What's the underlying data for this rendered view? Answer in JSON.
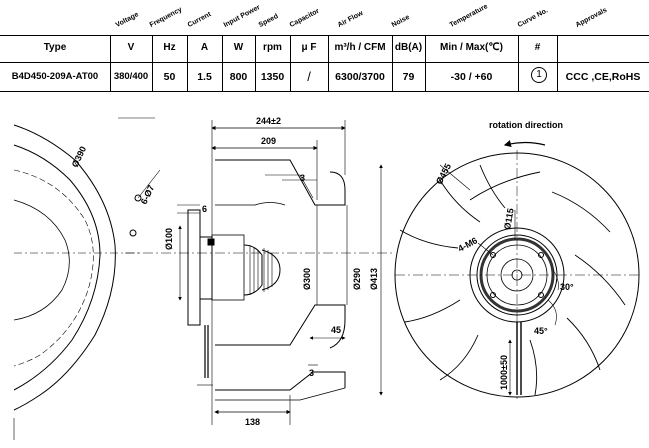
{
  "table": {
    "headers": [
      "Voltage",
      "Frequency",
      "Current",
      "Input Power",
      "Speed",
      "Capacitor",
      "Air Flow",
      "Noise",
      "Temperature",
      "Curve No.",
      "Approvals"
    ],
    "units": [
      "Type",
      "V",
      "Hz",
      "A",
      "W",
      "rpm",
      "μ F",
      "m³/h / CFM",
      "dB(A)",
      "Min / Max(℃)",
      "#",
      ""
    ],
    "row": {
      "type": "B4D450-209A-AT00",
      "voltage": "380/400",
      "frequency": "50",
      "current": "1.5",
      "power": "800",
      "speed": "1350",
      "capacitor": "/",
      "airflow": "6300/3700",
      "noise": "79",
      "temperature": "-30 / +60",
      "curve": "1",
      "approvals": "CCC ,CE,RoHS"
    }
  },
  "dims": {
    "d390": "Ø390",
    "six_d7": "6-Ø7",
    "d100": "Ø100",
    "six": "6",
    "w244": "244±2",
    "w209": "209",
    "three_top": "3",
    "d300": "Ø300",
    "d290": "Ø290",
    "d413": "Ø413",
    "forty_five": "45",
    "three_bot": "3",
    "w138": "138",
    "d455": "Ø455",
    "d115": "Ø115",
    "m6": "4-M6",
    "deg30": "30°",
    "deg45": "45°",
    "cable": "1000±50",
    "rotation": "rotation direction"
  }
}
